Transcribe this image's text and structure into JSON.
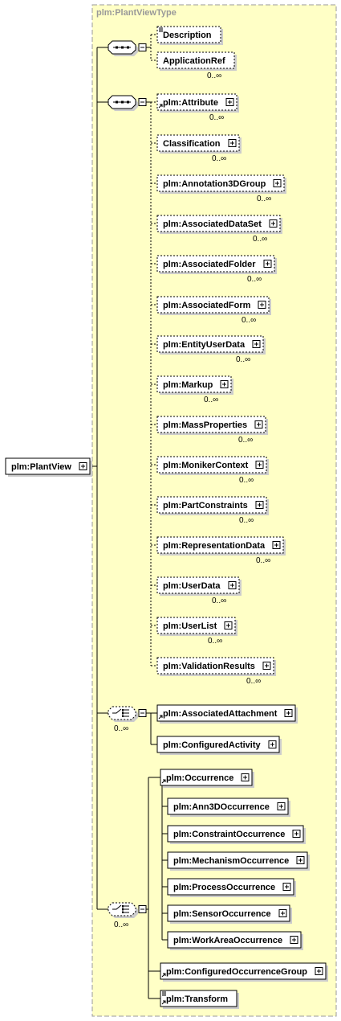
{
  "type_box": {
    "label": "plm:PlantViewType"
  },
  "root": {
    "label": "plm:PlantView"
  },
  "colors": {
    "type_fill": "#ffffc6",
    "type_border": "#999999",
    "element_fill": "#ffffff",
    "shadow": "#cccccc",
    "line": "#000000",
    "type_label": "#999999"
  },
  "groups": [
    {
      "kind": "sequence",
      "optional": false,
      "cardinality": "",
      "children": [
        {
          "label": "Description",
          "optional": true,
          "expand": false,
          "cardinality": "",
          "doc": true,
          "ref": false
        },
        {
          "label": "ApplicationRef",
          "optional": true,
          "expand": false,
          "cardinality": "0..∞",
          "doc": false,
          "ref": false
        }
      ]
    },
    {
      "kind": "sequence",
      "optional": false,
      "cardinality": "",
      "children": [
        {
          "label": "plm:Attribute",
          "optional": true,
          "expand": true,
          "cardinality": "0..∞",
          "ref": true
        },
        {
          "label": "Classification",
          "optional": true,
          "expand": true,
          "cardinality": "0..∞",
          "ref": false
        },
        {
          "label": "plm:Annotation3DGroup",
          "optional": true,
          "expand": true,
          "cardinality": "0..∞",
          "ref": false
        },
        {
          "label": "plm:AssociatedDataSet",
          "optional": true,
          "expand": true,
          "cardinality": "0..∞",
          "ref": false
        },
        {
          "label": "plm:AssociatedFolder",
          "optional": true,
          "expand": true,
          "cardinality": "0..∞",
          "ref": false
        },
        {
          "label": "plm:AssociatedForm",
          "optional": true,
          "expand": true,
          "cardinality": "0..∞",
          "ref": false
        },
        {
          "label": "plm:EntityUserData",
          "optional": true,
          "expand": true,
          "cardinality": "0..∞",
          "ref": false
        },
        {
          "label": "plm:Markup",
          "optional": true,
          "expand": true,
          "cardinality": "0..∞",
          "ref": false
        },
        {
          "label": "plm:MassProperties",
          "optional": true,
          "expand": true,
          "cardinality": "0..∞",
          "ref": false
        },
        {
          "label": "plm:MonikerContext",
          "optional": true,
          "expand": true,
          "cardinality": "0..∞",
          "ref": false
        },
        {
          "label": "plm:PartConstraints",
          "optional": true,
          "expand": true,
          "cardinality": "0..∞",
          "ref": false
        },
        {
          "label": "plm:RepresentationData",
          "optional": true,
          "expand": true,
          "cardinality": "0..∞",
          "ref": false
        },
        {
          "label": "plm:UserData",
          "optional": true,
          "expand": true,
          "cardinality": "0..∞",
          "ref": false
        },
        {
          "label": "plm:UserList",
          "optional": true,
          "expand": true,
          "cardinality": "0..∞",
          "ref": false
        },
        {
          "label": "plm:ValidationResults",
          "optional": true,
          "expand": true,
          "cardinality": "0..∞",
          "ref": false
        }
      ]
    },
    {
      "kind": "choice",
      "optional": true,
      "cardinality": "0..∞",
      "children": [
        {
          "label": "plm:AssociatedAttachment",
          "optional": false,
          "expand": true,
          "cardinality": "",
          "ref": true
        },
        {
          "label": "plm:ConfiguredActivity",
          "optional": false,
          "expand": true,
          "cardinality": "",
          "ref": false
        }
      ]
    },
    {
      "kind": "choice",
      "optional": true,
      "cardinality": "0..∞",
      "children": [
        {
          "label": "plm:Occurrence",
          "optional": false,
          "expand": true,
          "cardinality": "",
          "ref": true,
          "subs": [
            {
              "label": "plm:Ann3DOccurrence",
              "expand": true
            },
            {
              "label": "plm:ConstraintOccurrence",
              "expand": true
            },
            {
              "label": "plm:MechanismOccurrence",
              "expand": true
            },
            {
              "label": "plm:ProcessOccurrence",
              "expand": true
            },
            {
              "label": "plm:SensorOccurrence",
              "expand": true
            },
            {
              "label": "plm:WorkAreaOccurrence",
              "expand": true
            }
          ]
        },
        {
          "label": "plm:ConfiguredOccurrenceGroup",
          "optional": false,
          "expand": true,
          "cardinality": "",
          "ref": true
        },
        {
          "label": "plm:Transform",
          "optional": false,
          "expand": false,
          "cardinality": "",
          "ref": true,
          "doc": true
        }
      ]
    }
  ]
}
